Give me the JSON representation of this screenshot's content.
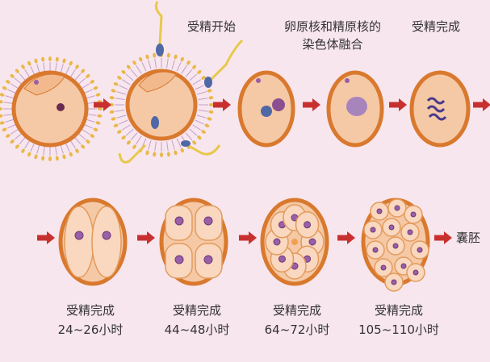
{
  "colors": {
    "background": "#f8e6ee",
    "arrow": "#c8302f",
    "cell_border": "#d9792e",
    "cytoplasm": "#f5c9a6",
    "nucleus": "#9a5fa6"
  },
  "top_row": {
    "fertilization_start": "受精开始",
    "pronuclei_fusion_line1": "卵原核和精原核的",
    "pronuclei_fusion_line2": "染色体融合",
    "fertilization_complete": "受精完成"
  },
  "bottom_row": {
    "stages": [
      {
        "line1": "受精完成",
        "line2": "24~26小时"
      },
      {
        "line1": "受精完成",
        "line2": "44~48小时"
      },
      {
        "line1": "受精完成",
        "line2": "64~72小时"
      },
      {
        "line1": "受精完成",
        "line2": "105~110小时"
      }
    ],
    "blastocyst": "囊胚"
  }
}
